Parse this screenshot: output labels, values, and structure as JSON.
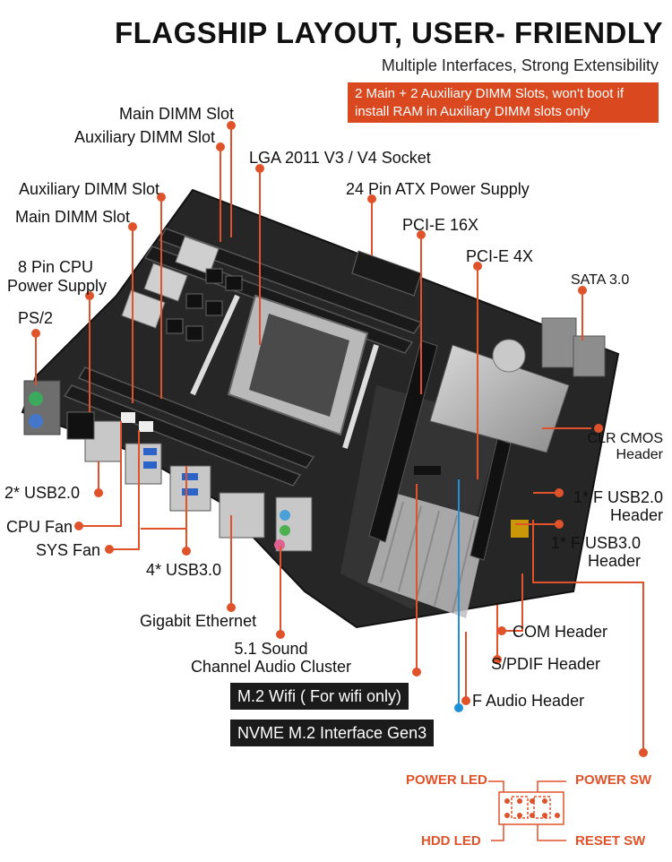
{
  "header": {
    "title": "FLAGSHIP LAYOUT, USER- FRIENDLY",
    "subtitle": "Multiple Interfaces, Strong Extensibility",
    "notice_line1": "2 Main + 2 Auxiliary DIMM Slots, won't boot if",
    "notice_line2": "install RAM in Auxiliary DIMM slots only"
  },
  "labels": {
    "main_dimm_top": "Main DIMM Slot",
    "aux_dimm_top": "Auxiliary DIMM Slot",
    "lga_socket": "LGA 2011 V3 / V4 Socket",
    "aux_dimm_left": "Auxiliary DIMM Slot",
    "atx_power": "24 Pin ATX Power Supply",
    "main_dimm_left": "Main DIMM Slot",
    "pcie16": "PCI-E 16X",
    "pcie4": "PCI-E 4X",
    "cpu_power_1": "8 Pin CPU",
    "cpu_power_2": "Power Supply",
    "sata": "SATA 3.0",
    "ps2": "PS/2",
    "clr_cmos_1": "CLR CMOS",
    "clr_cmos_2": "Header",
    "usb2": "2* USB2.0",
    "f_usb2_1": "1* F USB2.0",
    "f_usb2_2": "Header",
    "cpu_fan": "CPU Fan",
    "f_usb3_1": "1* F USB3.0",
    "f_usb3_2": "Header",
    "sys_fan": "SYS Fan",
    "usb3": "4* USB3.0",
    "gigabit": "Gigabit Ethernet",
    "com": "COM Header",
    "sound_1": "5.1 Sound",
    "sound_2": "Channel Audio Cluster",
    "spdif": "S/PDIF Header",
    "m2_wifi": "M.2 Wifi ( For wifi only)",
    "f_audio": "F Audio Header",
    "nvme": "NVME M.2 Interface Gen3"
  },
  "front_panel": {
    "power_led": "POWER LED",
    "power_sw": "POWER SW",
    "hdd_led": "HDD  LED",
    "reset_sw": "RESET SW"
  },
  "colors": {
    "accent": "#e0532a",
    "wifi_line": "#1e90d6",
    "board": "#2a2a2a"
  }
}
